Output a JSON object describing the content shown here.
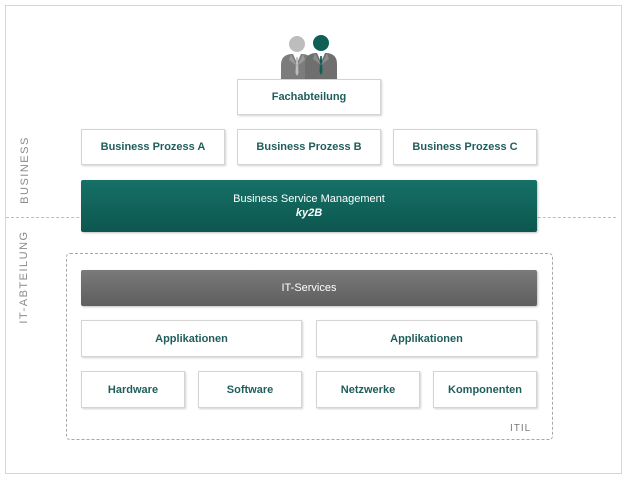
{
  "sections": {
    "business": "BUSINESS",
    "it": "IT-ABTEILUNG",
    "itil": "ITIL"
  },
  "department": {
    "label": "Fachabteilung",
    "icon": "business-people-icon"
  },
  "processes": [
    {
      "label": "Business Prozess A"
    },
    {
      "label": "Business Prozess B"
    },
    {
      "label": "Business Prozess C"
    }
  ],
  "bsm": {
    "title": "Business Service Management",
    "subtitle": "ky2B"
  },
  "it_services": {
    "label": "IT-Services"
  },
  "applications": [
    {
      "label": "Applikationen"
    },
    {
      "label": "Applikationen"
    }
  ],
  "infrastructure": [
    {
      "label": "Hardware"
    },
    {
      "label": "Software"
    },
    {
      "label": "Netzwerke"
    },
    {
      "label": "Komponenten"
    }
  ],
  "colors": {
    "accent_teal": "#0f5f57",
    "text_teal": "#1f5e5b",
    "grey_bar": "#6b6b6b",
    "person_grey": "#b9b9b9",
    "person_suit": "#7c7c7c"
  }
}
